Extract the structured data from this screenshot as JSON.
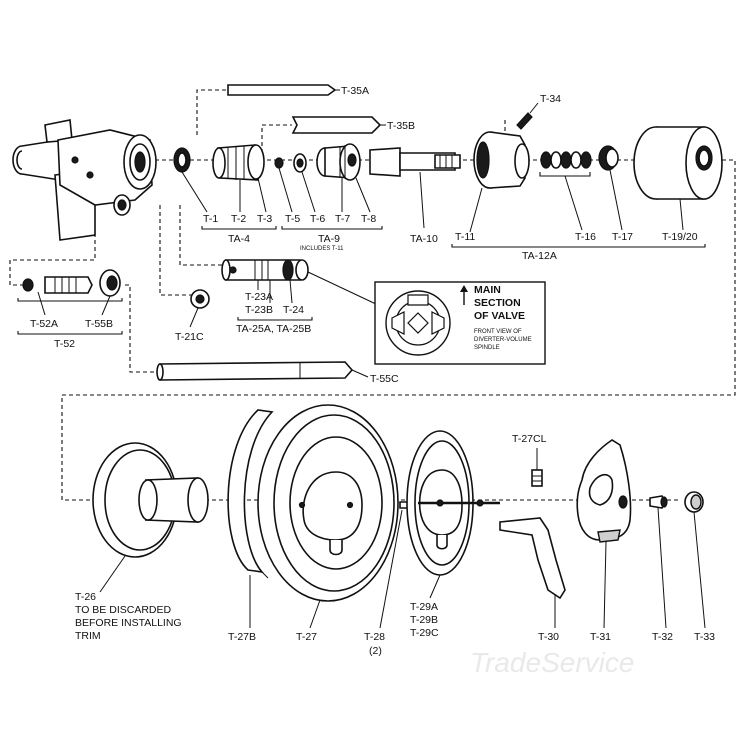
{
  "labels": {
    "t35a": "T-35A",
    "t35b": "T-35B",
    "t34": "T-34",
    "t1": "T-1",
    "t2": "T-2",
    "t3": "T-3",
    "t5": "T-5",
    "t6": "T-6",
    "t7": "T-7",
    "t8": "T-8",
    "ta4": "TA-4",
    "ta9": "TA-9",
    "ta9_note": "INCLUDES T-11",
    "ta10": "TA-10",
    "t11": "T-11",
    "t16": "T-16",
    "t17": "T-17",
    "t1920": "T-19/20",
    "ta12a": "TA-12A",
    "t52a": "T-52A",
    "t55b": "T-55B",
    "t52": "T-52",
    "t21c": "T-21C",
    "t23a": "T-23A",
    "t23b": "T-23B",
    "t24": "T-24",
    "ta25": "TA-25A, TA-25B",
    "t55c": "T-55C",
    "inset_line1": "MAIN",
    "inset_line2": "SECTION",
    "inset_line3": "OF VALVE",
    "inset_note1": "FRONT VIEW OF",
    "inset_note2": "DIVERTER-VOLUME",
    "inset_note3": "SPINDLE",
    "t27cl": "T-27CL",
    "t26": "T-26",
    "t26_note1": "TO BE DISCARDED",
    "t26_note2": "BEFORE INSTALLING",
    "t26_note3": "TRIM",
    "t27b": "T-27B",
    "t27": "T-27",
    "t28": "T-28",
    "t28_qty": "(2)",
    "t29a": "T-29A",
    "t29b": "T-29B",
    "t29c": "T-29C",
    "t30": "T-30",
    "t31": "T-31",
    "t32": "T-32",
    "t33": "T-33"
  },
  "watermark": "TradeService"
}
